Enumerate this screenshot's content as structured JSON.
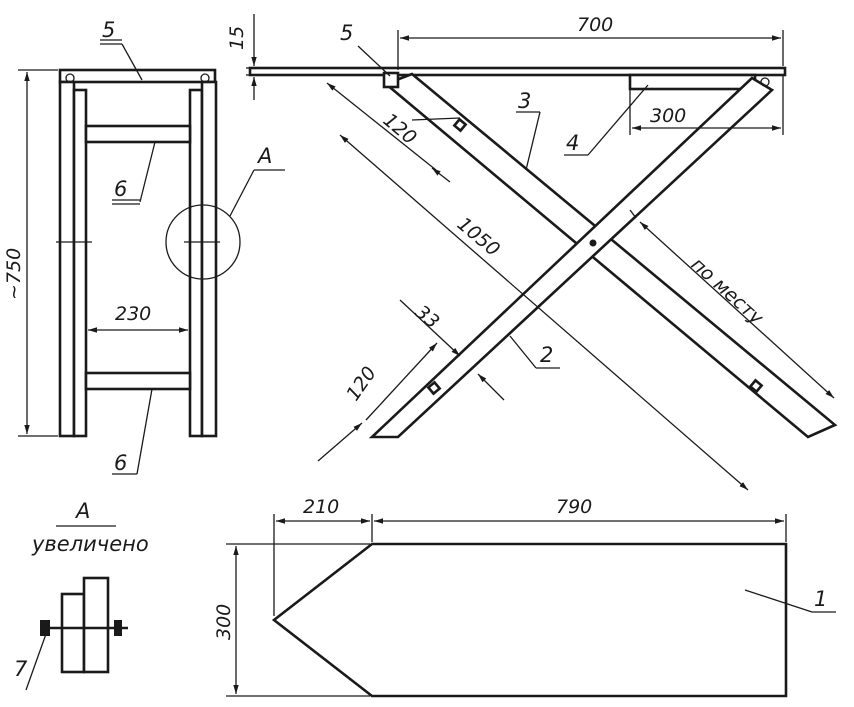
{
  "side_view": {
    "height_dim": "~750",
    "width_dim": "230",
    "label_top": "5",
    "label_mid": "6",
    "label_bottom": "6",
    "callout": "A"
  },
  "front_view": {
    "top_thickness": "15",
    "length_dim": "700",
    "support_dim": "300",
    "leg_length": "1050",
    "leg_offset_top": "120",
    "leg_offset_bottom": "120",
    "leg_width": "33",
    "fit_note": "по месту",
    "label_5": "5",
    "label_3": "3",
    "label_4": "4",
    "label_2": "2"
  },
  "detail": {
    "title": "A",
    "subtitle": "увеличено",
    "label": "7"
  },
  "board": {
    "tip_length": "210",
    "body_length": "790",
    "width": "300",
    "label": "1"
  }
}
